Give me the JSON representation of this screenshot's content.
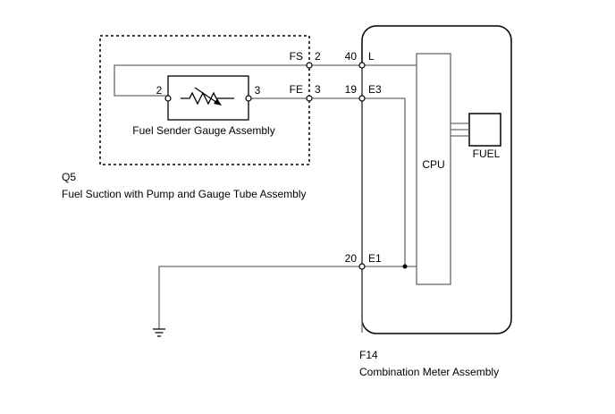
{
  "fuel_suction_assembly": {
    "code": "Q5",
    "name": "Fuel Suction with Pump and Gauge Tube Assembly",
    "sender_gauge": {
      "name": "Fuel Sender Gauge Assembly",
      "pin_left": "2",
      "pin_right": "3"
    },
    "connector": [
      {
        "signal": "FS",
        "pin": "2"
      },
      {
        "signal": "FE",
        "pin": "3"
      }
    ]
  },
  "combination_meter": {
    "code": "F14",
    "name": "Combination Meter Assembly",
    "cpu_label": "CPU",
    "fuel_label": "FUEL",
    "pins": [
      {
        "pin": "40",
        "signal": "L"
      },
      {
        "pin": "19",
        "signal": "E3"
      },
      {
        "pin": "20",
        "signal": "E1"
      }
    ]
  }
}
